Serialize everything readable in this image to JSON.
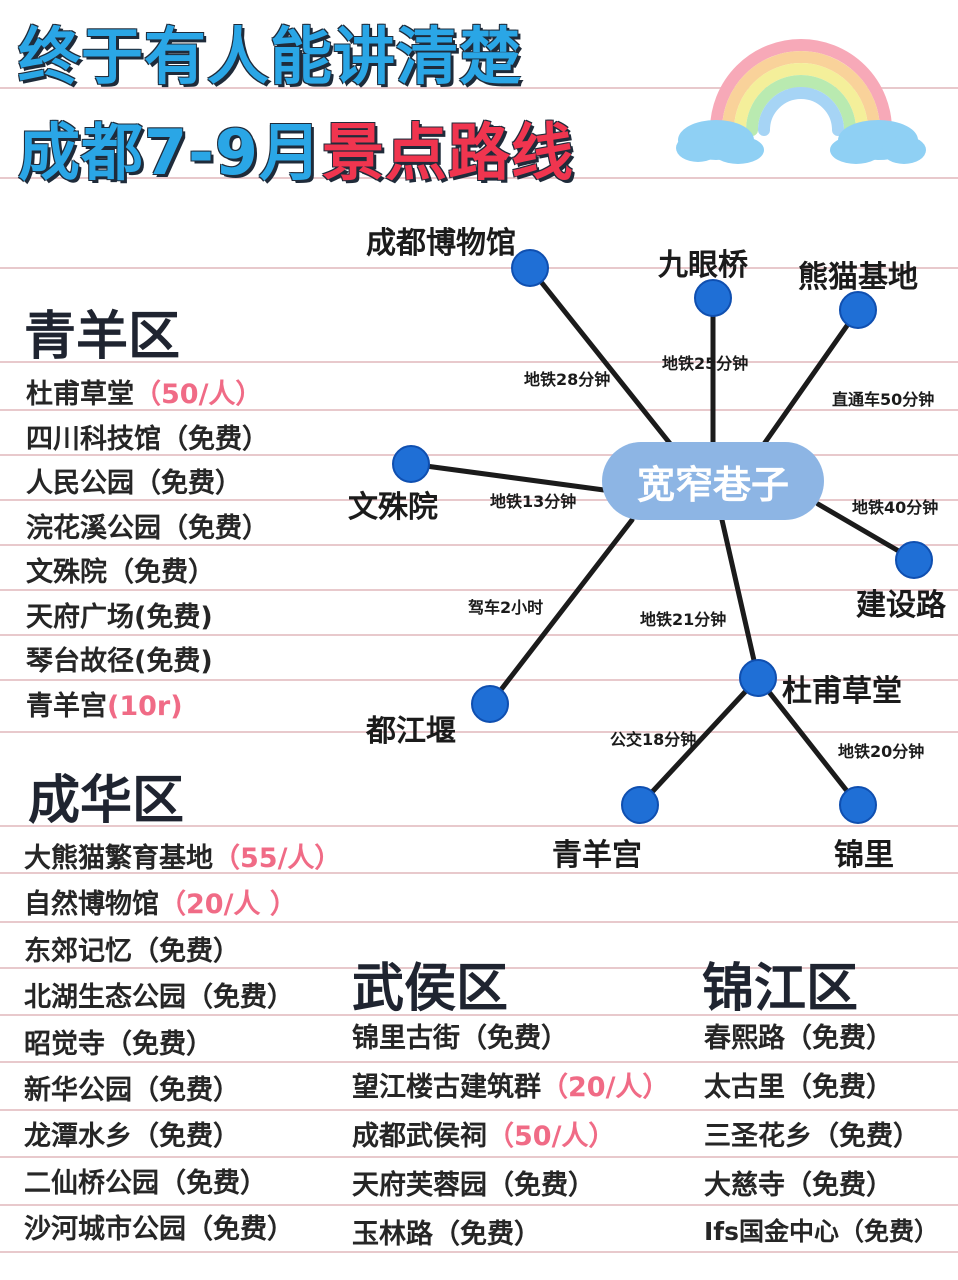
{
  "title": {
    "line1": "终于有人能讲清楚",
    "line2_prefix": "成都7-9月",
    "line2_highlight": "景点路线"
  },
  "hub": "宽窄巷子",
  "routes": [
    {
      "dest": "成都博物馆",
      "transport": "地铁28分钟"
    },
    {
      "dest": "九眼桥",
      "transport": "地铁25分钟"
    },
    {
      "dest": "熊猫基地",
      "transport": "直通车50分钟"
    },
    {
      "dest": "文殊院",
      "transport": "地铁13分钟"
    },
    {
      "dest": "建设路",
      "transport": "地铁40分钟"
    },
    {
      "dest": "都江堰",
      "transport": "驾车2小时"
    },
    {
      "dest": "杜甫草堂",
      "transport": "地铁21分钟"
    }
  ],
  "sub_routes": [
    {
      "from": "杜甫草堂",
      "dest": "青羊宫",
      "transport": "公交18分钟"
    },
    {
      "from": "杜甫草堂",
      "dest": "锦里",
      "transport": "地铁20分钟"
    }
  ],
  "districts": {
    "qingyang": {
      "name": "青羊区",
      "items": [
        {
          "name": "杜甫草堂",
          "price": "（50/人）"
        },
        {
          "name": "四川科技馆（免费）",
          "price": ""
        },
        {
          "name": "人民公园（免费）",
          "price": ""
        },
        {
          "name": "浣花溪公园（免费）",
          "price": ""
        },
        {
          "name": "文殊院（免费）",
          "price": ""
        },
        {
          "name": "天府广场(免费)",
          "price": ""
        },
        {
          "name": "琴台故径(免费)",
          "price": ""
        },
        {
          "name": "青羊宫",
          "price": "(10r)"
        }
      ]
    },
    "chenghua": {
      "name": "成华区",
      "items": [
        {
          "name": "大熊猫繁育基地",
          "price": "（55/人）"
        },
        {
          "name": "自然博物馆",
          "price": "（20/人 ）"
        },
        {
          "name": "东郊记忆（免费）",
          "price": ""
        },
        {
          "name": "北湖生态公园（免费）",
          "price": ""
        },
        {
          "name": "昭觉寺（免费）",
          "price": ""
        },
        {
          "name": "新华公园（免费）",
          "price": ""
        },
        {
          "name": "龙潭水乡（免费）",
          "price": ""
        },
        {
          "name": "二仙桥公园（免费）",
          "price": ""
        },
        {
          "name": "沙河城市公园（免费）",
          "price": ""
        }
      ]
    },
    "wuhou": {
      "name": "武侯区",
      "items": [
        {
          "name": "锦里古街（免费）",
          "price": ""
        },
        {
          "name": "望江楼古建筑群",
          "price": "（20/人）"
        },
        {
          "name": "成都武侯祠",
          "price": "（50/人）"
        },
        {
          "name": "天府芙蓉园（免费）",
          "price": ""
        },
        {
          "name": "玉林路（免费）",
          "price": ""
        }
      ]
    },
    "jinjiang": {
      "name": "锦江区",
      "items": [
        {
          "name": "春熙路（免费）",
          "price": ""
        },
        {
          "name": "太古里（免费）",
          "price": ""
        },
        {
          "name": "三圣花乡（免费）",
          "price": ""
        },
        {
          "name": "大慈寺（免费）",
          "price": ""
        },
        {
          "name": "Ifs国金中心（免费）",
          "price": ""
        }
      ]
    }
  },
  "colors": {
    "title_blue": "#2aa6e6",
    "title_red": "#f0354f",
    "price_pink": "#f06b86",
    "node_blue": "#1f6fd6",
    "hub_bg": "#8db5e4",
    "ruled_line": "#e8c9cc"
  }
}
